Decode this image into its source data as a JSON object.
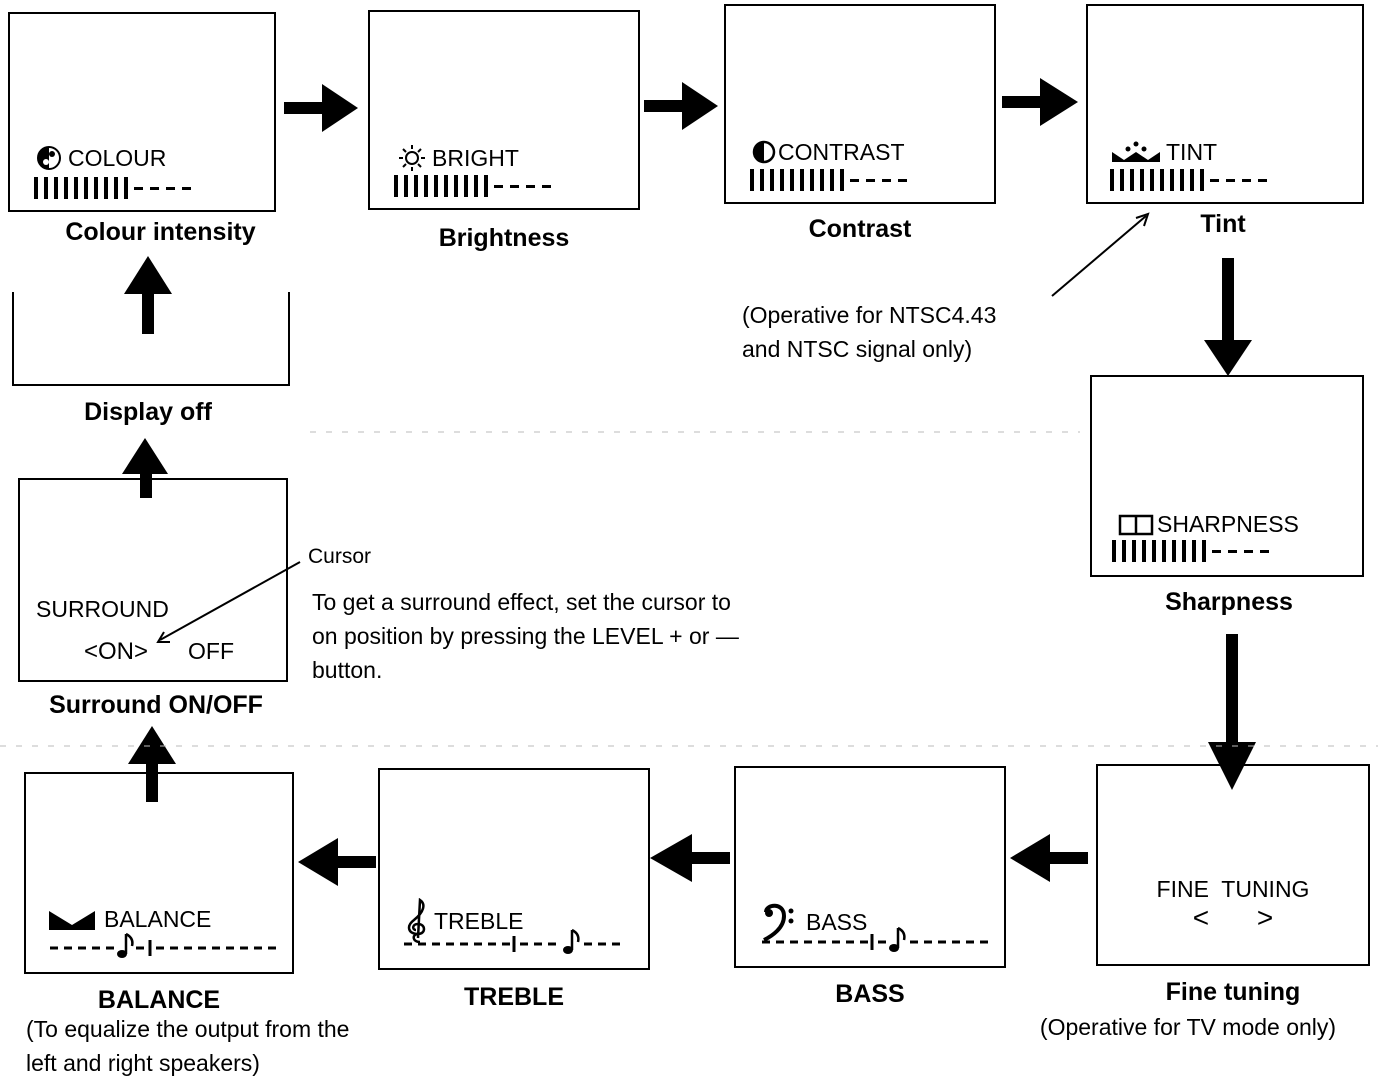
{
  "screens": {
    "colour": {
      "label": "COLOUR",
      "icon": "colour-icon",
      "caption": "Colour intensity"
    },
    "bright": {
      "label": "BRIGHT",
      "icon": "sun-icon",
      "caption": "Brightness"
    },
    "contrast": {
      "label": "CONTRAST",
      "icon": "contrast-icon",
      "caption": "Contrast"
    },
    "tint": {
      "label": "TINT",
      "icon": "tint-icon",
      "caption": "Tint"
    },
    "sharpness": {
      "label": "SHARPNESS",
      "icon": "sharpness-icon",
      "caption": "Sharpness"
    },
    "fine_tuning": {
      "label": "FINE  TUNING",
      "arrows": "< >",
      "caption": "Fine tuning"
    },
    "bass": {
      "label": "BASS",
      "icon": "bass-clef-icon",
      "caption": "BASS"
    },
    "treble": {
      "label": "TREBLE",
      "icon": "treble-clef-icon",
      "caption": "TREBLE"
    },
    "balance": {
      "label": "BALANCE",
      "icon": "balance-icon",
      "caption": "BALANCE"
    },
    "surround": {
      "label": "SURROUND",
      "on": "<ON>",
      "off": "OFF",
      "caption": "Surround ON/OFF"
    },
    "display_off": {
      "caption": "Display off"
    }
  },
  "notes": {
    "tint_line1": "(Operative for NTSC4.43",
    "tint_line2": "and NTSC signal only)",
    "cursor": "Cursor",
    "surround_line1": "To get a surround effect, set the cursor to",
    "surround_line2": "on position by pressing the LEVEL + or  —",
    "surround_line3": "button.",
    "fine_tuning": "(Operative for TV mode only)",
    "balance_line1": "(To equalize the output from the",
    "balance_line2": "left and right speakers)"
  },
  "levels": {
    "colour": {
      "filled": 10,
      "total": 14
    },
    "bright": {
      "filled": 10,
      "total": 14
    },
    "contrast": {
      "filled": 10,
      "total": 14
    },
    "tint": {
      "filled": 10,
      "total": 14
    },
    "sharpness": {
      "filled": 10,
      "total": 14
    }
  },
  "colors": {
    "ink": "#000000",
    "background": "#ffffff"
  }
}
